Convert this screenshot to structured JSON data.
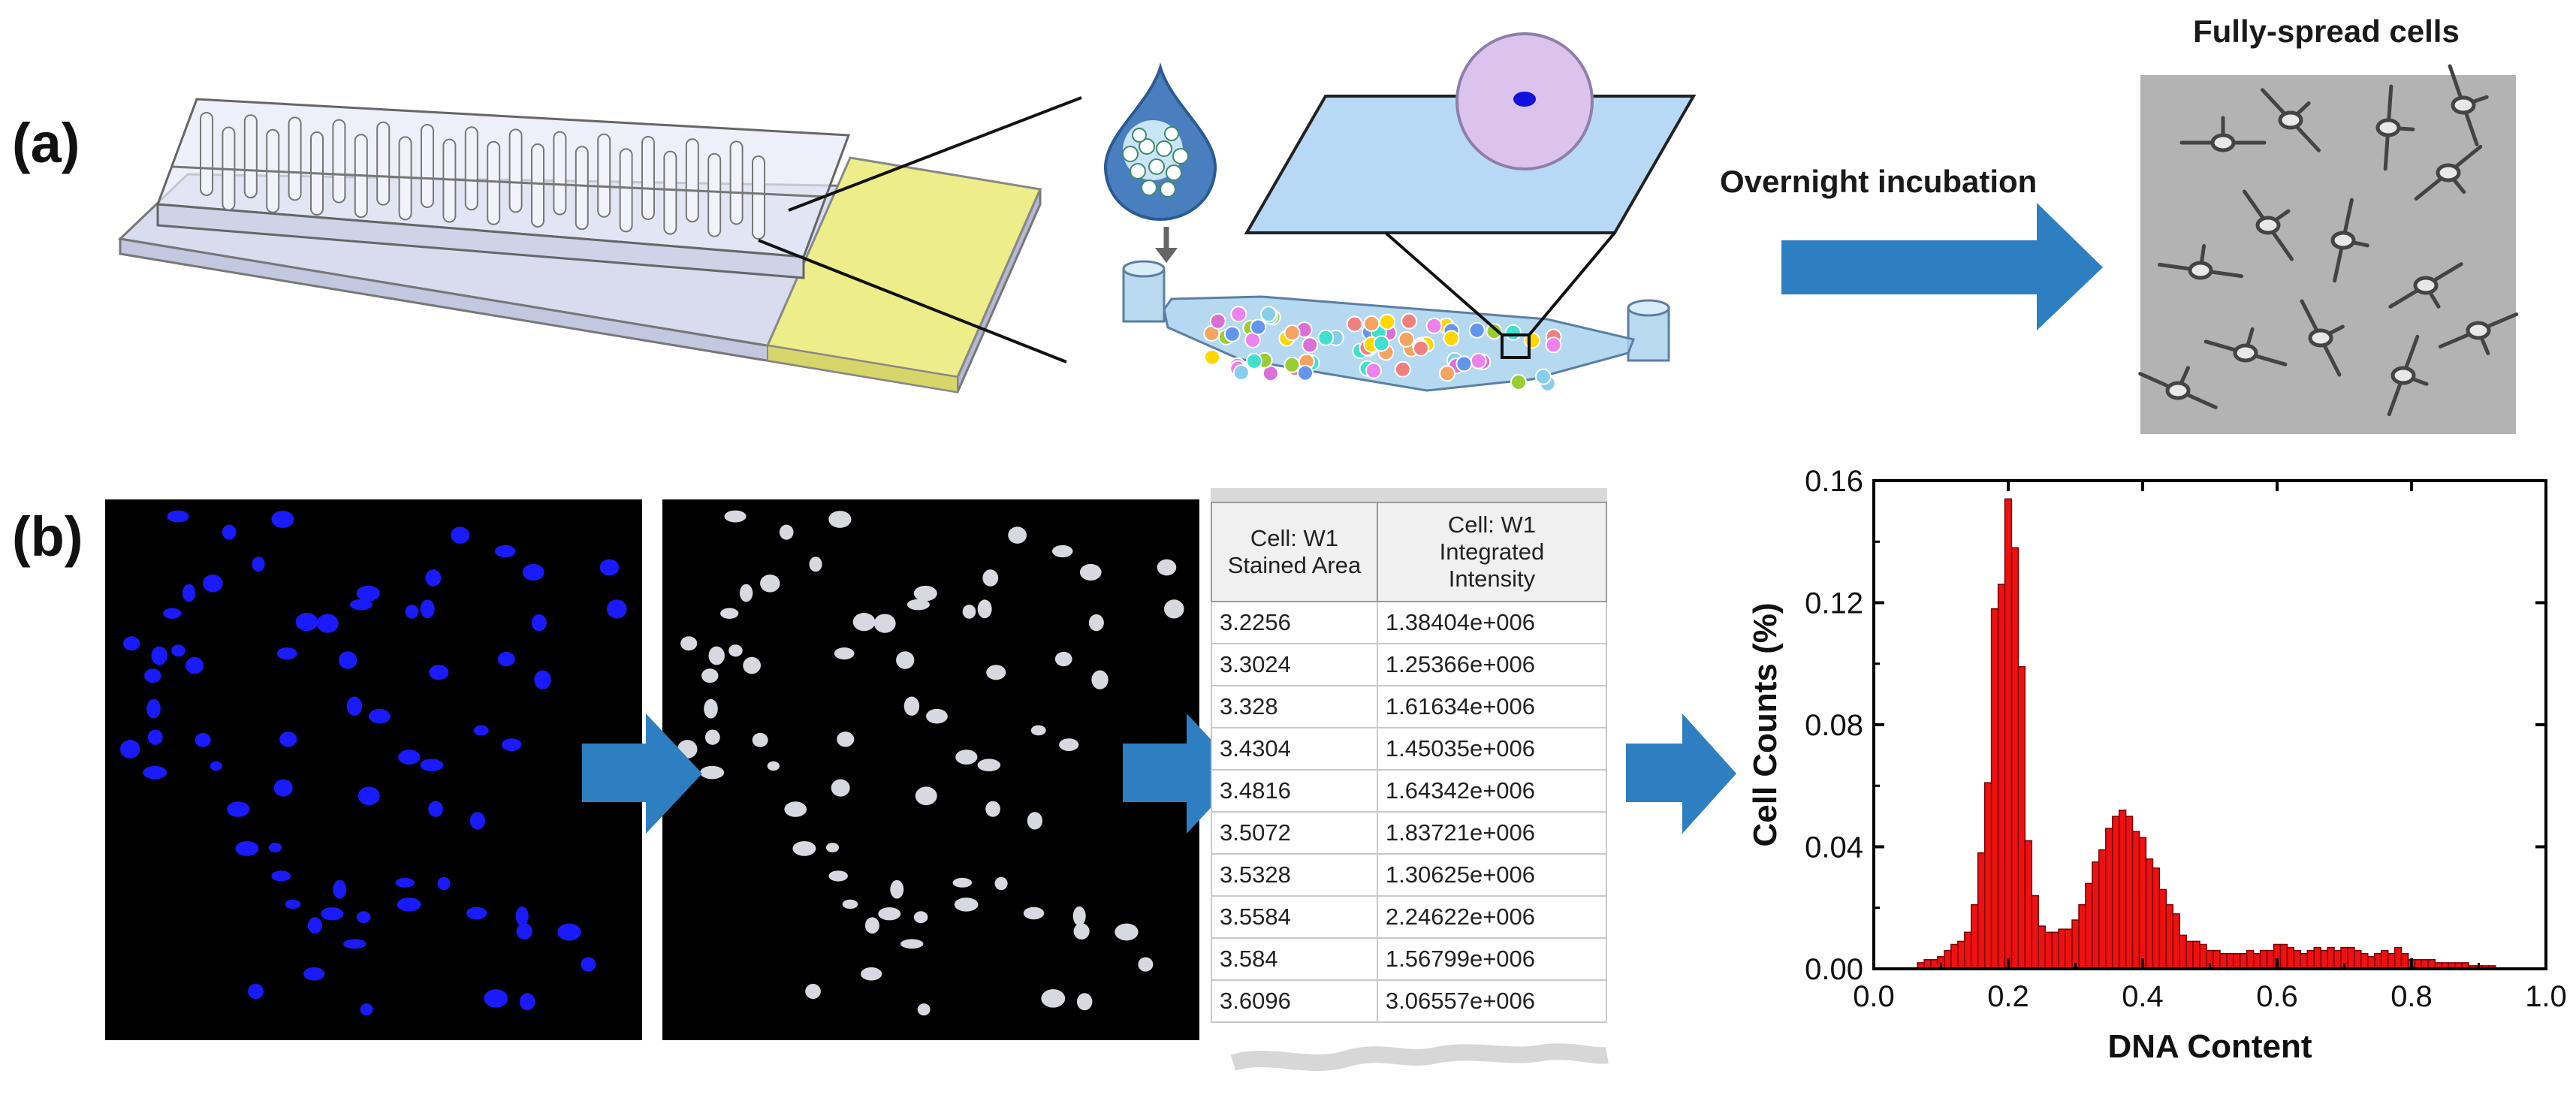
{
  "panel_a": {
    "label": "(a)",
    "arrow_caption": "Overnight incubation",
    "result_caption": "Fully-spread cells"
  },
  "panel_b": {
    "label": "(b)",
    "table": {
      "headers": [
        "Cell: W1\nStained Area",
        "Cell: W1\nIntegrated\nIntensity"
      ],
      "rows": [
        [
          "3.2256",
          "1.38404e+006"
        ],
        [
          "3.3024",
          "1.25366e+006"
        ],
        [
          "3.328",
          "1.61634e+006"
        ],
        [
          "3.4304",
          "1.45035e+006"
        ],
        [
          "3.4816",
          "1.64342e+006"
        ],
        [
          "3.5072",
          "1.83721e+006"
        ],
        [
          "3.5328",
          "1.30625e+006"
        ],
        [
          "3.5584",
          "2.24622e+006"
        ],
        [
          "3.584",
          "1.56799e+006"
        ],
        [
          "3.6096",
          "3.06557e+006"
        ]
      ]
    }
  },
  "colors": {
    "arrow_blue": "#2e7fc2",
    "histogram_red": "#ee1111",
    "chip_yellow": "#eded8a",
    "chip_body": "#d9dcef",
    "nuclei_blue": "#1a1aff"
  },
  "chart_data": {
    "type": "bar",
    "xlabel": "DNA Content",
    "ylabel": "Cell Counts (%)",
    "xlim": [
      0.0,
      1.0
    ],
    "ylim": [
      0.0,
      0.16
    ],
    "xticks": [
      "0.0",
      "0.2",
      "0.4",
      "0.6",
      "0.8",
      "1.0"
    ],
    "yticks": [
      "0.00",
      "0.04",
      "0.08",
      "0.12",
      "0.16"
    ],
    "bin_width": 0.01,
    "x": [
      0.07,
      0.08,
      0.09,
      0.1,
      0.11,
      0.12,
      0.13,
      0.14,
      0.15,
      0.16,
      0.17,
      0.18,
      0.19,
      0.2,
      0.21,
      0.22,
      0.23,
      0.24,
      0.25,
      0.26,
      0.27,
      0.28,
      0.29,
      0.3,
      0.31,
      0.32,
      0.33,
      0.34,
      0.35,
      0.36,
      0.37,
      0.38,
      0.39,
      0.4,
      0.41,
      0.42,
      0.43,
      0.44,
      0.45,
      0.46,
      0.47,
      0.48,
      0.49,
      0.5,
      0.51,
      0.52,
      0.53,
      0.54,
      0.55,
      0.56,
      0.57,
      0.58,
      0.59,
      0.6,
      0.61,
      0.62,
      0.63,
      0.64,
      0.65,
      0.66,
      0.67,
      0.68,
      0.69,
      0.7,
      0.71,
      0.72,
      0.73,
      0.74,
      0.75,
      0.76,
      0.77,
      0.78,
      0.79,
      0.8,
      0.81,
      0.82,
      0.83,
      0.84,
      0.85,
      0.86,
      0.87,
      0.88,
      0.89,
      0.9,
      0.91,
      0.92
    ],
    "values": [
      0.002,
      0.003,
      0.003,
      0.004,
      0.006,
      0.008,
      0.009,
      0.012,
      0.021,
      0.038,
      0.061,
      0.118,
      0.126,
      0.154,
      0.138,
      0.099,
      0.042,
      0.024,
      0.014,
      0.012,
      0.012,
      0.013,
      0.013,
      0.016,
      0.021,
      0.028,
      0.035,
      0.039,
      0.046,
      0.05,
      0.052,
      0.05,
      0.045,
      0.043,
      0.036,
      0.033,
      0.026,
      0.021,
      0.018,
      0.011,
      0.009,
      0.009,
      0.008,
      0.006,
      0.006,
      0.005,
      0.005,
      0.005,
      0.005,
      0.006,
      0.005,
      0.006,
      0.006,
      0.008,
      0.008,
      0.007,
      0.006,
      0.005,
      0.006,
      0.007,
      0.006,
      0.007,
      0.006,
      0.007,
      0.007,
      0.006,
      0.005,
      0.004,
      0.005,
      0.006,
      0.005,
      0.007,
      0.005,
      0.003,
      0.003,
      0.003,
      0.003,
      0.002,
      0.002,
      0.002,
      0.002,
      0.002,
      0.001,
      0.001,
      0.001,
      0.001
    ]
  }
}
